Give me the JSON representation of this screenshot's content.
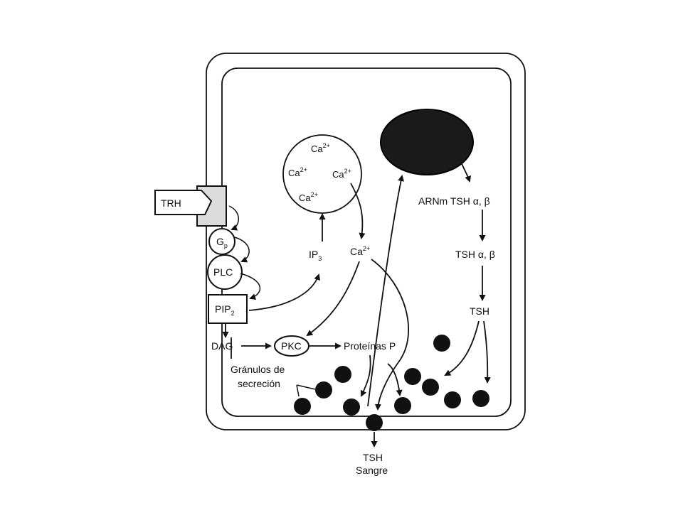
{
  "labels": {
    "trh": "TRH",
    "gp": "G",
    "gp_sub": "p",
    "plc": "PLC",
    "pip": "PIP",
    "pip_sub": "2",
    "dag": "DAG",
    "pkc": "PKC",
    "proteinas": "Proteínas P",
    "ip": "IP",
    "ip_sub": "3",
    "ca": "Ca",
    "ca_sup": "2+",
    "arnm": "ARNm TSH α, β",
    "tsh_ab": "TSH α, β",
    "tsh": "TSH",
    "granulos_1": "Gránulos de",
    "granulos_2": "secreción",
    "out_tsh": "TSH",
    "out_sangre": "Sangre"
  }
}
